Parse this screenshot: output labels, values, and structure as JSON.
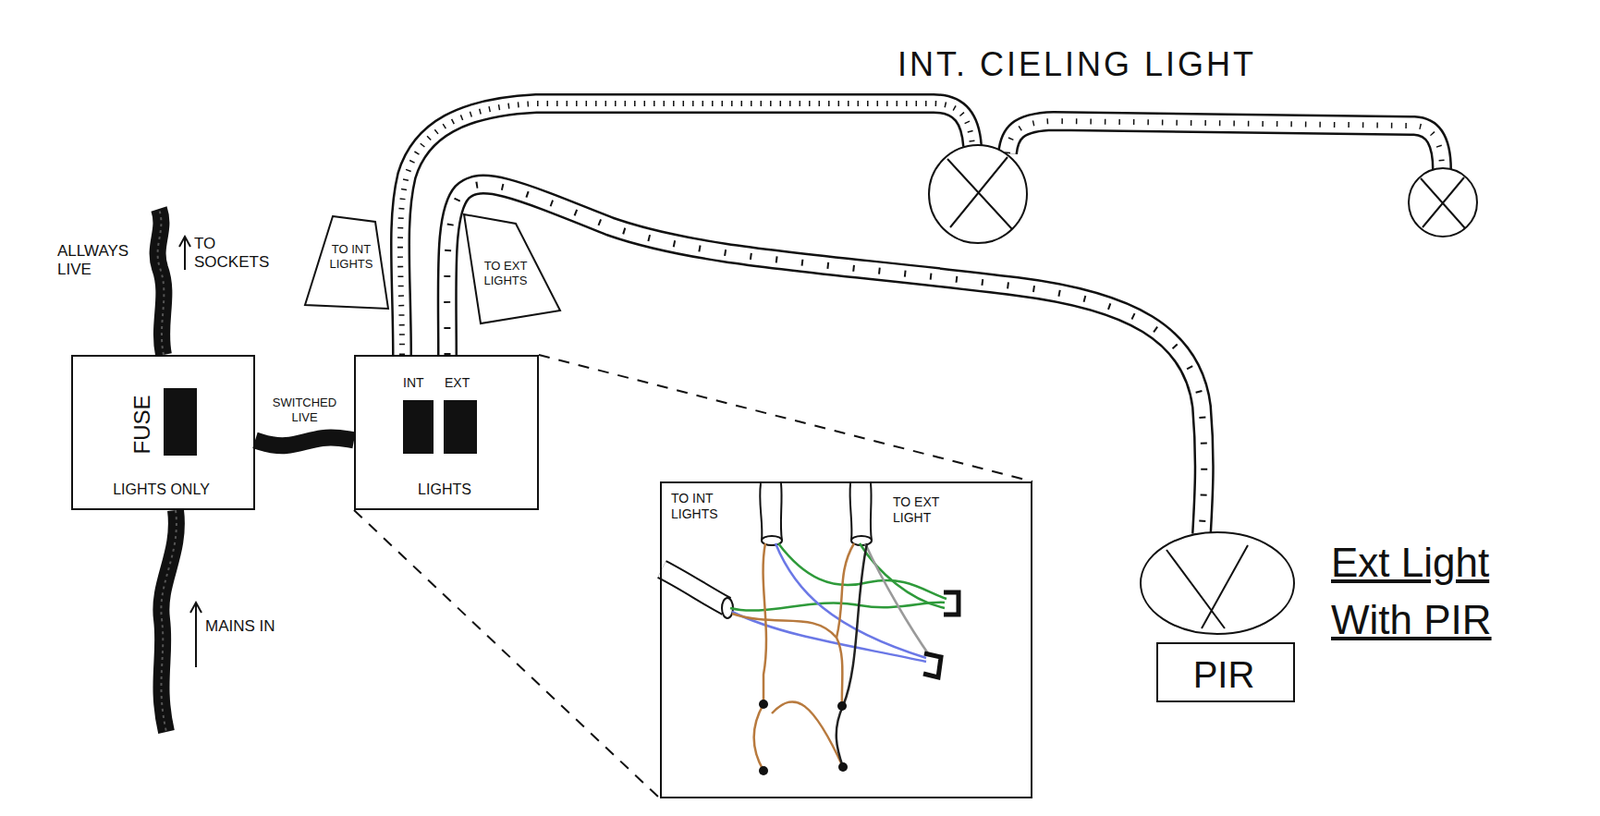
{
  "diagram": {
    "nodes": [
      {
        "text": [
          "FUSE",
          "LIGHTS ONLY"
        ]
      },
      {
        "text": [
          "INT",
          "EXT",
          "LIGHTS"
        ]
      },
      {
        "text": [
          "TO INT LIGHTS"
        ]
      },
      {
        "text": [
          "TO EXT LIGHTS"
        ]
      },
      {
        "text": [
          "PIR"
        ]
      },
      {
        "text": [
          "TO INT LIGHTS",
          "TO EXT LIGHT"
        ]
      }
    ],
    "edges": [
      {
        "from": 0,
        "to": 1,
        "label": "SWITCHED LIVE",
        "arrow": "none"
      },
      {
        "from": 1,
        "to": 5,
        "arrow": "none"
      },
      {
        "from": 1,
        "to": 5,
        "arrow": "none"
      }
    ],
    "labels": [
      "ALLWAYS LIVE",
      "TO SOCKETS",
      "MAINS IN",
      "INT. CIELING LIGHT",
      "Ext Light With PIR"
    ]
  }
}
